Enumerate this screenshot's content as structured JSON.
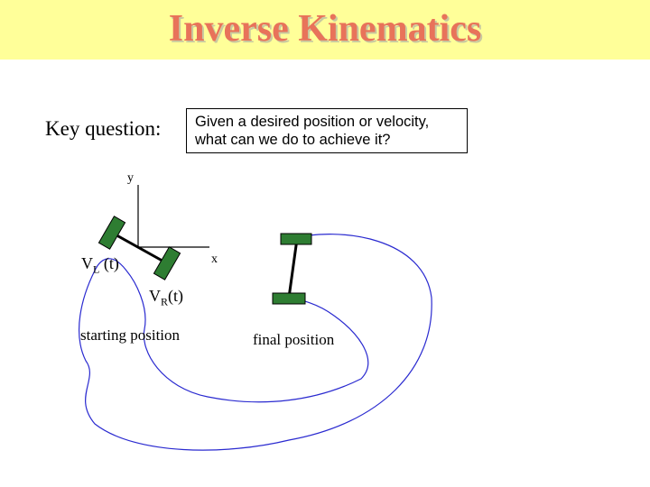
{
  "title": "Inverse Kinematics",
  "key_question": {
    "label": "Key question:",
    "lines": [
      "Given a desired position or velocity,",
      "what can we do to achieve it?"
    ]
  },
  "axes": {
    "x": "x",
    "y": "y"
  },
  "wheels": {
    "left": {
      "base": "V",
      "sub": "L",
      "arg": " (t)"
    },
    "right": {
      "base": "V",
      "sub": "R",
      "arg": "(t)"
    }
  },
  "captions": {
    "start": "starting position",
    "final": "final position"
  },
  "colors": {
    "title": "#e8735a",
    "title_bar": "#ffff99",
    "wheel": "#2e7d32",
    "curve": "#2a2ad0"
  }
}
